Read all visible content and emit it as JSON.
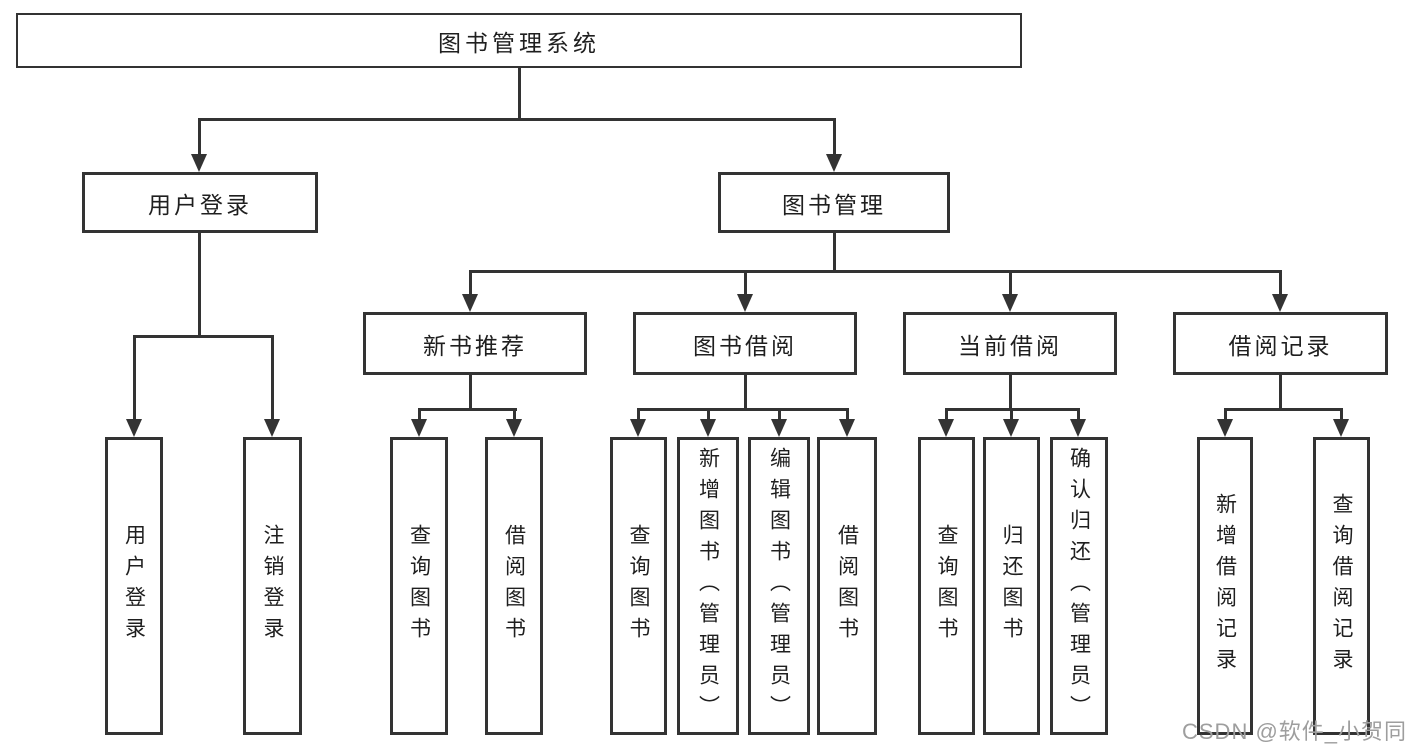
{
  "diagram": {
    "type": "hierarchy-flowchart",
    "colors": {
      "background": "#ffffff",
      "line": "#333333",
      "box_border": "#333333",
      "text": "#1f1f1f",
      "watermark": "#9e9e9e"
    },
    "nodes": {
      "root": {
        "label": "图书管理系统",
        "level": 1
      },
      "user_login": {
        "label": "用户登录",
        "level": 2,
        "parent": "root"
      },
      "book_mgmt": {
        "label": "图书管理",
        "level": 2,
        "parent": "root"
      },
      "new_book_rec": {
        "label": "新书推荐",
        "level": 3,
        "parent": "book_mgmt"
      },
      "book_borrow": {
        "label": "图书借阅",
        "level": 3,
        "parent": "book_mgmt"
      },
      "current_borrow": {
        "label": "当前借阅",
        "level": 3,
        "parent": "book_mgmt"
      },
      "borrow_record": {
        "label": "借阅记录",
        "level": 3,
        "parent": "book_mgmt"
      },
      "leaf_user_login": {
        "label": "用户登录",
        "level": 4,
        "parent": "user_login"
      },
      "leaf_logout": {
        "label": "注销登录",
        "level": 4,
        "parent": "user_login"
      },
      "leaf_query_book_1": {
        "label": "查询图书",
        "level": 4,
        "parent": "new_book_rec"
      },
      "leaf_borrow_book_1": {
        "label": "借阅图书",
        "level": 4,
        "parent": "new_book_rec"
      },
      "leaf_query_book_2": {
        "label": "查询图书",
        "level": 4,
        "parent": "book_borrow"
      },
      "leaf_add_book": {
        "label": "新增图书（管理员）",
        "level": 4,
        "parent": "book_borrow"
      },
      "leaf_edit_book": {
        "label": "编辑图书（管理员）",
        "level": 4,
        "parent": "book_borrow"
      },
      "leaf_borrow_book_2": {
        "label": "借阅图书",
        "level": 4,
        "parent": "book_borrow"
      },
      "leaf_query_book_3": {
        "label": "查询图书",
        "level": 4,
        "parent": "current_borrow"
      },
      "leaf_return_book": {
        "label": "归还图书",
        "level": 4,
        "parent": "current_borrow"
      },
      "leaf_confirm_return": {
        "label": "确认归还（管理员）",
        "level": 4,
        "parent": "current_borrow"
      },
      "leaf_add_record": {
        "label": "新增借阅记录",
        "level": 4,
        "parent": "borrow_record"
      },
      "leaf_query_record": {
        "label": "查询借阅记录",
        "level": 4,
        "parent": "borrow_record"
      }
    },
    "watermark": "CSDN @软件_小贺同学"
  }
}
